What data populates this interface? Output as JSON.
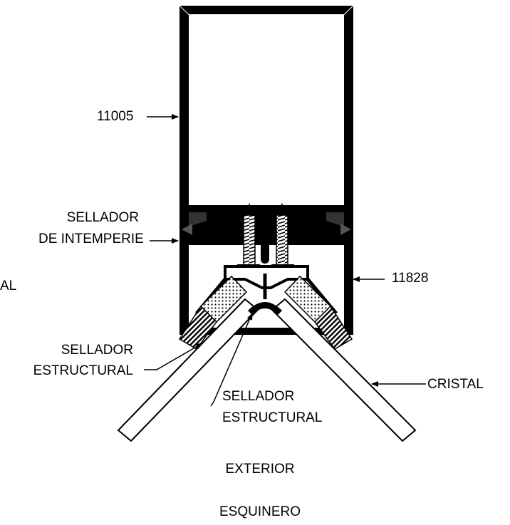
{
  "labels": {
    "profile_main": "11005",
    "sealant_weather_line1": "SELLADOR",
    "sealant_weather_line2": "DE INTEMPERIE",
    "clipped_edge_text": "AL",
    "profile_corner": "11828",
    "sealant_struct_left_line1": "SELLADOR",
    "sealant_struct_left_line2": "ESTRUCTURAL",
    "glass": "CRISTAL",
    "sealant_struct_center_line1": "SELLADOR",
    "sealant_struct_center_line2": "ESTRUCTURAL",
    "exterior": "EXTERIOR",
    "caption": "ESQUINERO"
  }
}
